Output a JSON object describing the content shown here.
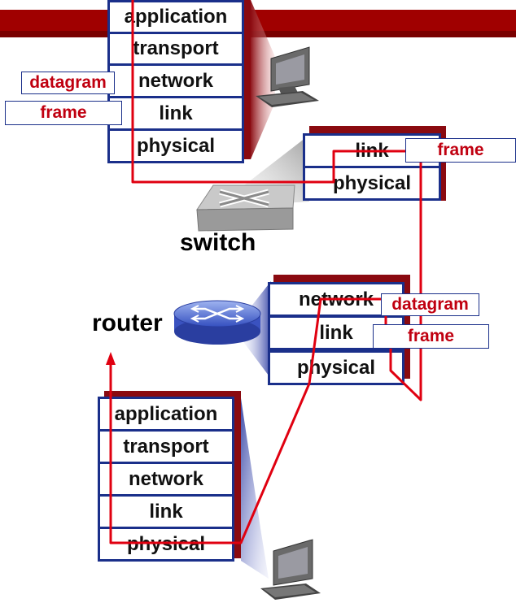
{
  "host_top": {
    "layers": [
      "application",
      "transport",
      "network",
      "link",
      "physical"
    ]
  },
  "switch": {
    "label": "switch",
    "layers": [
      "link",
      "physical"
    ]
  },
  "router": {
    "label": "router",
    "layers": [
      "network",
      "link",
      "physical"
    ]
  },
  "host_bottom": {
    "layers": [
      "application",
      "transport",
      "network",
      "link",
      "physical"
    ]
  },
  "tags": {
    "host_datagram": "datagram",
    "host_frame": "frame",
    "switch_frame": "frame",
    "router_datagram": "datagram",
    "router_frame": "frame"
  },
  "colors": {
    "layer_border": "#1a2f8a",
    "path": "#e00010",
    "tag_text": "#c00010",
    "banner": "#a00000"
  }
}
